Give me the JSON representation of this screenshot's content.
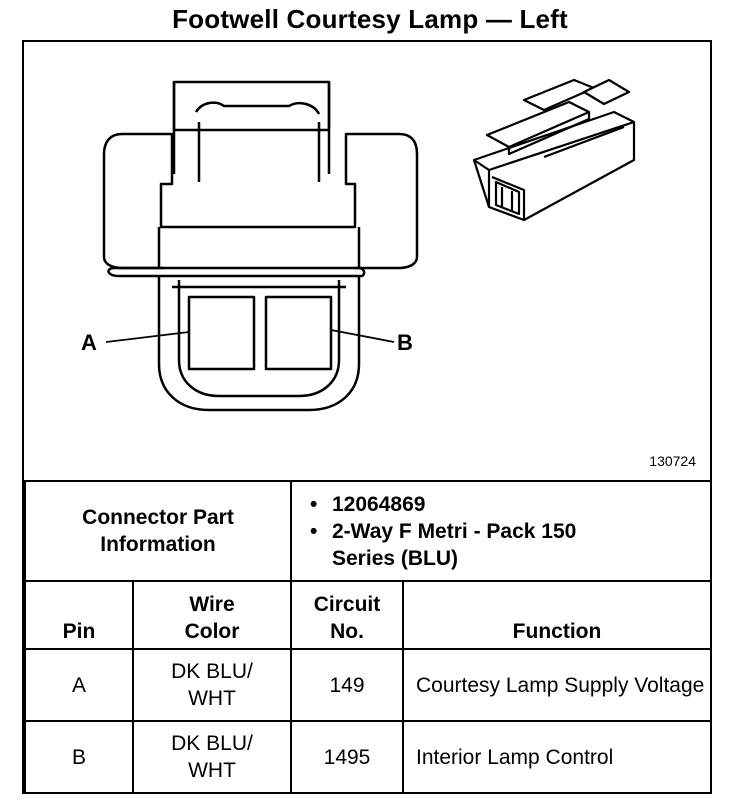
{
  "title": "Footwell Courtesy Lamp — Left",
  "figure": {
    "id": "130724",
    "pin_labels": [
      "A",
      "B"
    ],
    "icons": [
      "connector-face-drawing",
      "connector-isometric-drawing"
    ]
  },
  "connector_info": {
    "label": "Connector Part Information",
    "bullets": [
      "12064869",
      "2-Way F Metri - Pack 150 Series (BLU)"
    ]
  },
  "pin_table": {
    "headers": [
      "Pin",
      "Wire Color",
      "Circuit No.",
      "Function"
    ],
    "rows": [
      {
        "pin": "A",
        "wire_color": "DK BLU/ WHT",
        "circuit": "149",
        "function": "Courtesy Lamp Supply Voltage"
      },
      {
        "pin": "B",
        "wire_color": "DK BLU/ WHT",
        "circuit": "1495",
        "function": "Interior Lamp Control"
      }
    ]
  }
}
